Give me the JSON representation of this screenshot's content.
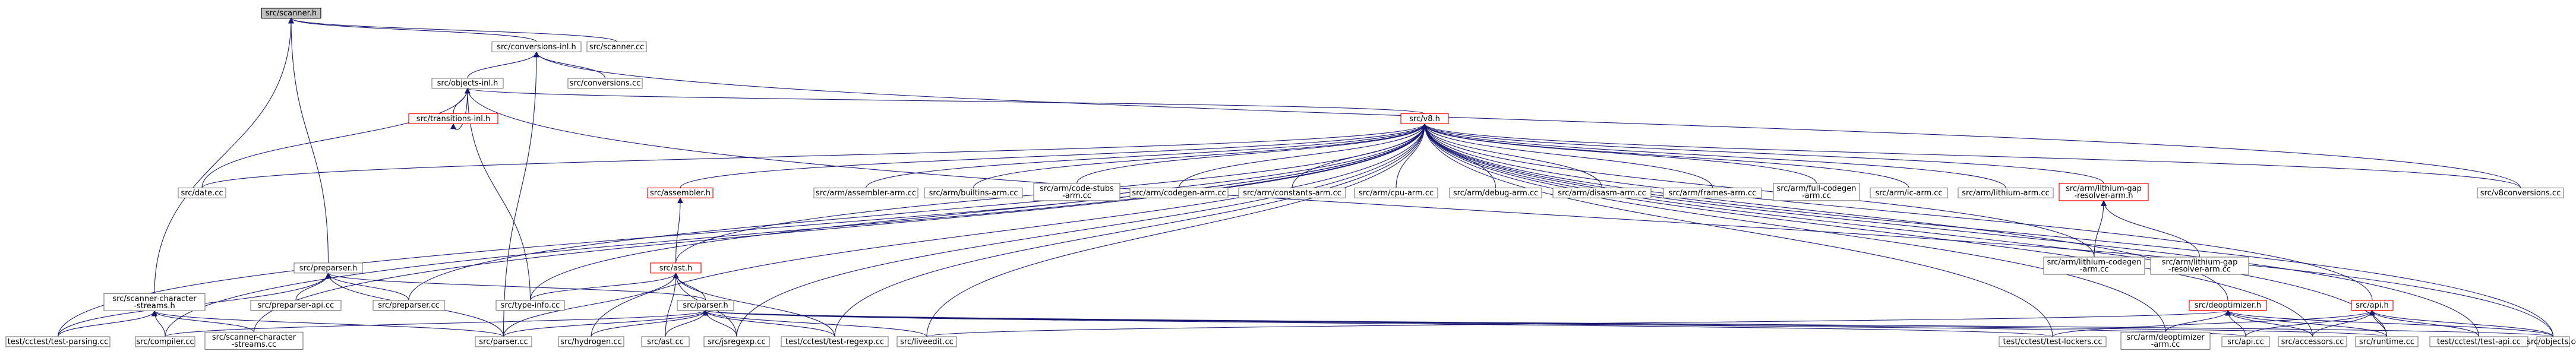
{
  "graph": {
    "nodes": [
      {
        "id": "scanner_h",
        "label": [
          "src/scanner.h"
        ],
        "style": "root"
      },
      {
        "id": "conversions_inl_h",
        "label": [
          "src/conversions-inl.h"
        ]
      },
      {
        "id": "scanner_cc",
        "label": [
          "src/scanner.cc"
        ]
      },
      {
        "id": "objects_inl_h",
        "label": [
          "src/objects-inl.h"
        ]
      },
      {
        "id": "conversions_cc",
        "label": [
          "src/conversions.cc"
        ]
      },
      {
        "id": "transitions_inl_h",
        "label": [
          "src/transitions-inl.h"
        ],
        "style": "red"
      },
      {
        "id": "v8_h",
        "label": [
          "src/v8.h"
        ],
        "style": "red"
      },
      {
        "id": "date_cc",
        "label": [
          "src/date.cc"
        ]
      },
      {
        "id": "assembler_h",
        "label": [
          "src/assembler.h"
        ],
        "style": "red"
      },
      {
        "id": "arm_assembler_arm_cc",
        "label": [
          "src/arm/assembler-arm.cc"
        ]
      },
      {
        "id": "arm_builtins_arm_cc",
        "label": [
          "src/arm/builtins-arm.cc"
        ]
      },
      {
        "id": "arm_code_stubs_arm_cc",
        "label": [
          "src/arm/code-stubs",
          "-arm.cc"
        ]
      },
      {
        "id": "arm_codegen_arm_cc",
        "label": [
          "src/arm/codegen-arm.cc"
        ]
      },
      {
        "id": "arm_constants_arm_cc",
        "label": [
          "src/arm/constants-arm.cc"
        ]
      },
      {
        "id": "arm_cpu_arm_cc",
        "label": [
          "src/arm/cpu-arm.cc"
        ]
      },
      {
        "id": "arm_debug_arm_cc",
        "label": [
          "src/arm/debug-arm.cc"
        ]
      },
      {
        "id": "arm_disasm_arm_cc",
        "label": [
          "src/arm/disasm-arm.cc"
        ]
      },
      {
        "id": "arm_frames_arm_cc",
        "label": [
          "src/arm/frames-arm.cc"
        ]
      },
      {
        "id": "arm_full_codegen_arm_cc",
        "label": [
          "src/arm/full-codegen",
          "-arm.cc"
        ]
      },
      {
        "id": "arm_ic_arm_cc",
        "label": [
          "src/arm/ic-arm.cc"
        ]
      },
      {
        "id": "arm_lithium_arm_cc",
        "label": [
          "src/arm/lithium-arm.cc"
        ]
      },
      {
        "id": "arm_lithium_gap_resolver_arm_h",
        "label": [
          "src/arm/lithium-gap",
          "-resolver-arm.h"
        ],
        "style": "red"
      },
      {
        "id": "v8conversions_cc",
        "label": [
          "src/v8conversions.cc"
        ]
      },
      {
        "id": "preparser_h",
        "label": [
          "src/preparser.h"
        ]
      },
      {
        "id": "ast_h",
        "label": [
          "src/ast.h"
        ],
        "style": "red"
      },
      {
        "id": "arm_lithium_codegen_arm_cc",
        "label": [
          "src/arm/lithium-codegen",
          "-arm.cc"
        ]
      },
      {
        "id": "arm_lithium_gap_resolver_arm_cc",
        "label": [
          "src/arm/lithium-gap",
          "-resolver-arm.cc"
        ]
      },
      {
        "id": "scanner_character_streams_h",
        "label": [
          "src/scanner-character",
          "-streams.h"
        ]
      },
      {
        "id": "preparser_api_cc",
        "label": [
          "src/preparser-api.cc"
        ]
      },
      {
        "id": "preparser_cc",
        "label": [
          "src/preparser.cc"
        ]
      },
      {
        "id": "type_info_cc",
        "label": [
          "src/type-info.cc"
        ]
      },
      {
        "id": "parser_h",
        "label": [
          "src/parser.h"
        ]
      },
      {
        "id": "deoptimizer_h",
        "label": [
          "src/deoptimizer.h"
        ],
        "style": "red"
      },
      {
        "id": "api_h",
        "label": [
          "src/api.h"
        ],
        "style": "red"
      },
      {
        "id": "test_parsing_cc",
        "label": [
          "test/cctest/test-parsing.cc"
        ]
      },
      {
        "id": "compiler_cc",
        "label": [
          "src/compiler.cc"
        ]
      },
      {
        "id": "scanner_character_streams_cc",
        "label": [
          "src/scanner-character",
          "-streams.cc"
        ]
      },
      {
        "id": "parser_cc",
        "label": [
          "src/parser.cc"
        ]
      },
      {
        "id": "hydrogen_cc",
        "label": [
          "src/hydrogen.cc"
        ]
      },
      {
        "id": "ast_cc",
        "label": [
          "src/ast.cc"
        ]
      },
      {
        "id": "jsregexp_cc",
        "label": [
          "src/jsregexp.cc"
        ]
      },
      {
        "id": "test_regexp_cc",
        "label": [
          "test/cctest/test-regexp.cc"
        ]
      },
      {
        "id": "liveedit_cc",
        "label": [
          "src/liveedit.cc"
        ]
      },
      {
        "id": "test_lockers_cc",
        "label": [
          "test/cctest/test-lockers.cc"
        ]
      },
      {
        "id": "arm_deoptimizer_arm_cc",
        "label": [
          "src/arm/deoptimizer",
          "-arm.cc"
        ]
      },
      {
        "id": "api_cc",
        "label": [
          "src/api.cc"
        ]
      },
      {
        "id": "accessors_cc",
        "label": [
          "src/accessors.cc"
        ]
      },
      {
        "id": "runtime_cc",
        "label": [
          "src/runtime.cc"
        ]
      },
      {
        "id": "test_api_cc",
        "label": [
          "test/cctest/test-api.cc"
        ]
      },
      {
        "id": "objects_cc",
        "label": [
          "src/objects.cc"
        ]
      }
    ]
  }
}
